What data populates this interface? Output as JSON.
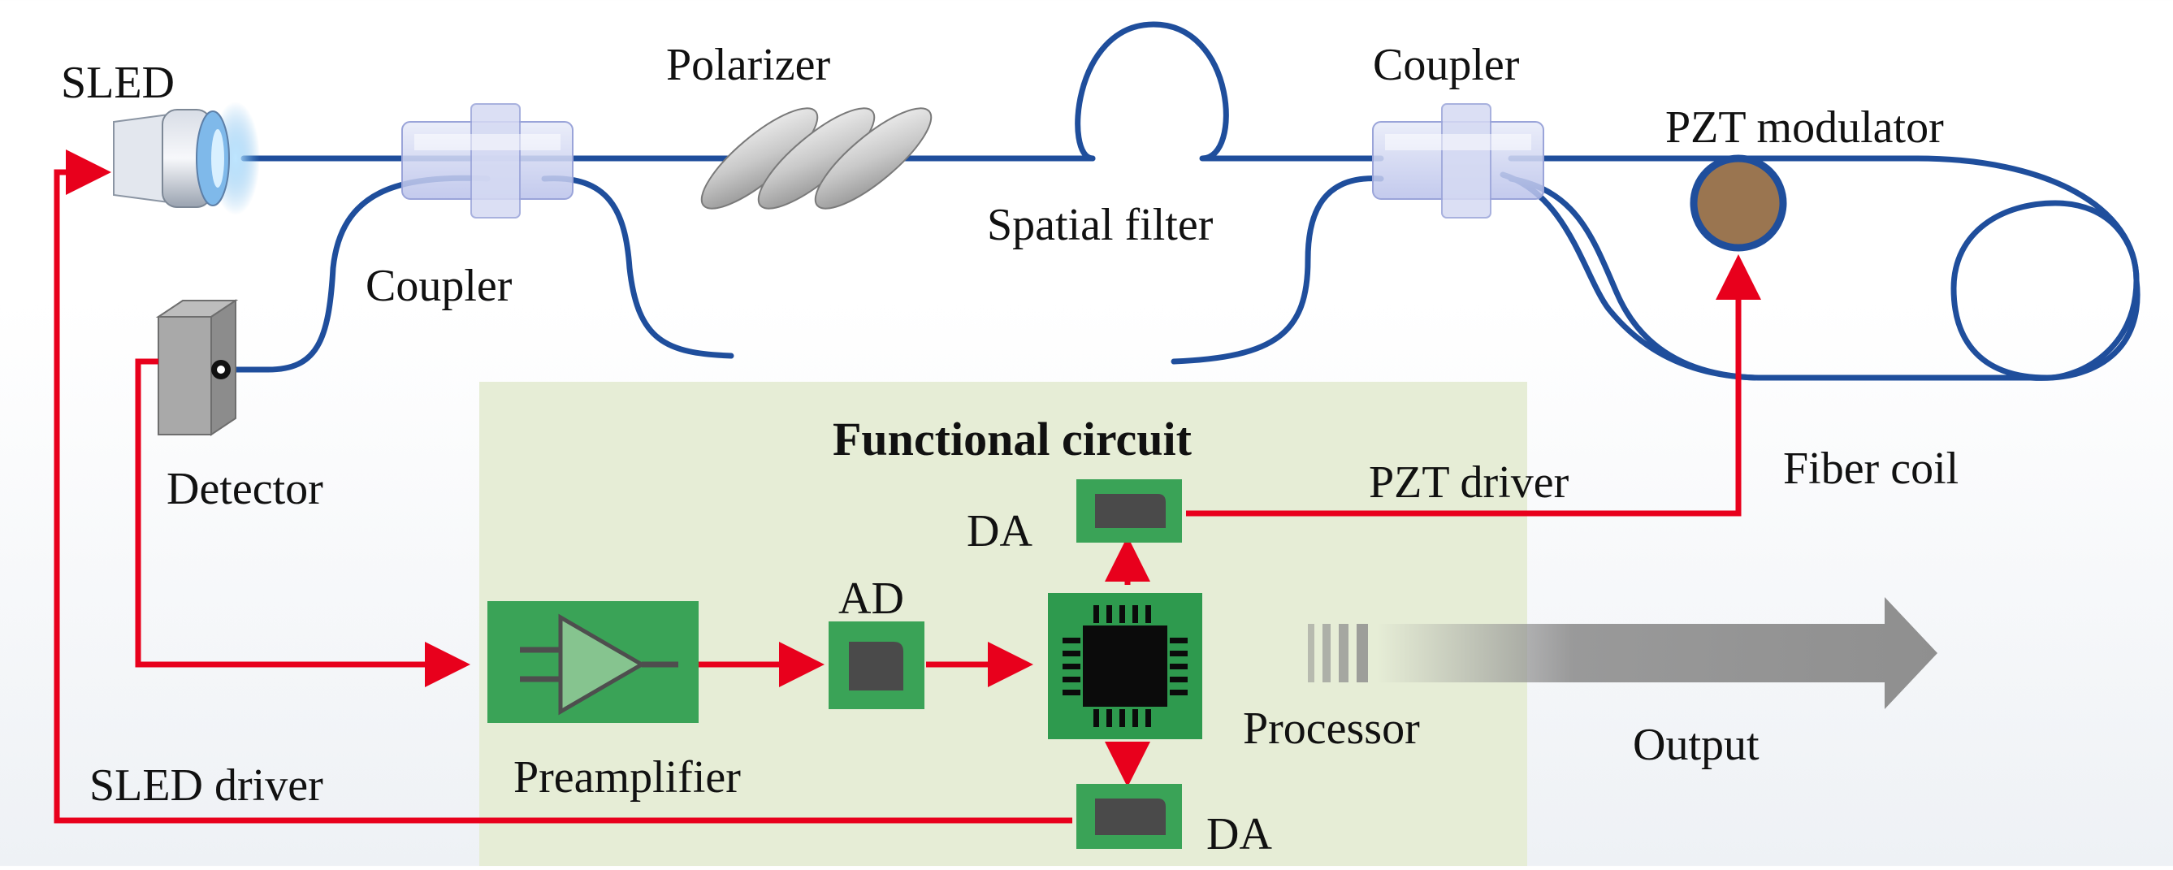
{
  "labels": {
    "sled": "SLED",
    "polarizer": "Polarizer",
    "coupler_top": "Coupler",
    "coupler_left": "Coupler",
    "pzt_modulator": "PZT modulator",
    "spatial_filter": "Spatial filter",
    "detector": "Detector",
    "fiber_coil": "Fiber coil",
    "functional_circuit": "Functional circuit",
    "pzt_driver": "PZT driver",
    "da_top": "DA",
    "ad": "AD",
    "processor": "Processor",
    "output": "Output",
    "preamplifier": "Preamplifier",
    "sled_driver": "SLED driver",
    "da_bottom": "DA"
  },
  "colors": {
    "fiber": "#1f4e9c",
    "signal": "#e8001c",
    "circuit_panel": "#e6edd6",
    "board_green": "#3aa357",
    "chip": "#4a4a4a",
    "processor_board": "#2e9a4e",
    "output_arrow": "#8f8f8f",
    "pzt_core": "#9a7550"
  }
}
